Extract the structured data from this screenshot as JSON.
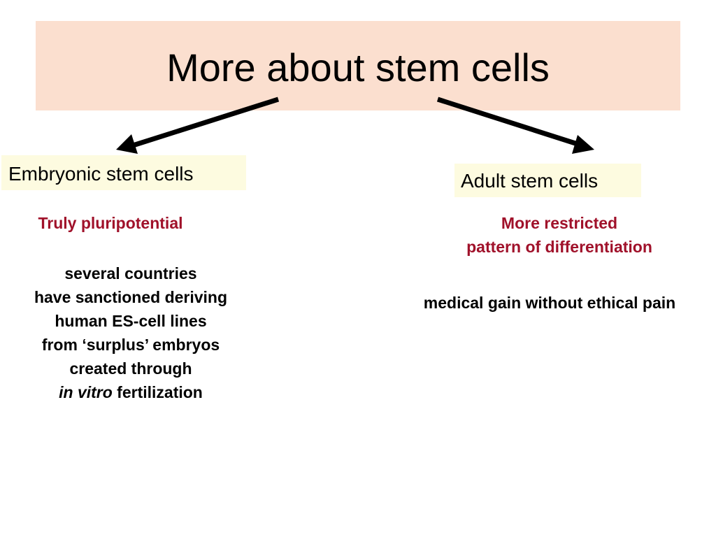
{
  "slide": {
    "title": "More about stem cells",
    "colors": {
      "title_background": "#fbdfcf",
      "label_background": "#fdfbe0",
      "accent_text": "#a0112a",
      "arrow": "#000000"
    }
  },
  "left": {
    "label": "Embryonic stem cells",
    "highlight": "Truly pluripotential",
    "lines": [
      "several countries",
      "have sanctioned deriving",
      "human ES-cell lines",
      "from ‘surplus’ embryos",
      "created through"
    ],
    "last_line_italic": "in vitro",
    "last_line_rest": " fertilization"
  },
  "right": {
    "label": "Adult stem cells",
    "highlight_lines": [
      "More restricted",
      "pattern of differentiation"
    ],
    "note": "medical gain without ethical pain"
  }
}
